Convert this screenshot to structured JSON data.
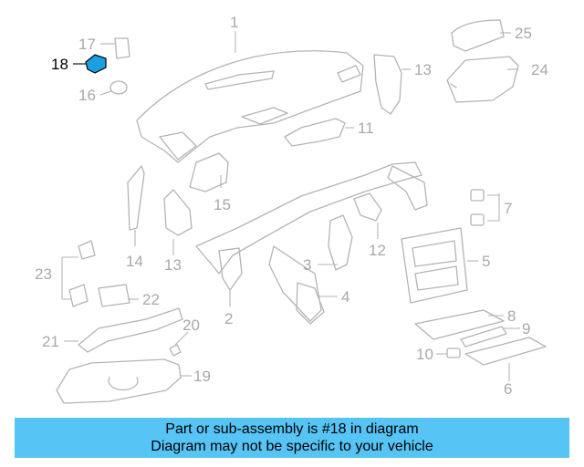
{
  "diagram": {
    "highlighted_part": "18",
    "highlight_color": "#1aa0e0",
    "callouts": [
      {
        "num": "1"
      },
      {
        "num": "2"
      },
      {
        "num": "3"
      },
      {
        "num": "4"
      },
      {
        "num": "5"
      },
      {
        "num": "6"
      },
      {
        "num": "7"
      },
      {
        "num": "8"
      },
      {
        "num": "9"
      },
      {
        "num": "10"
      },
      {
        "num": "11"
      },
      {
        "num": "12"
      },
      {
        "num": "13"
      },
      {
        "num": "13"
      },
      {
        "num": "14"
      },
      {
        "num": "15"
      },
      {
        "num": "16"
      },
      {
        "num": "17"
      },
      {
        "num": "18"
      },
      {
        "num": "19"
      },
      {
        "num": "20"
      },
      {
        "num": "21"
      },
      {
        "num": "22"
      },
      {
        "num": "23"
      },
      {
        "num": "24"
      },
      {
        "num": "25"
      }
    ]
  },
  "banner": {
    "line1": "Part or sub-assembly is #18 in diagram",
    "line2": "Diagram may not be specific to your vehicle",
    "color": "#56c4f4"
  }
}
